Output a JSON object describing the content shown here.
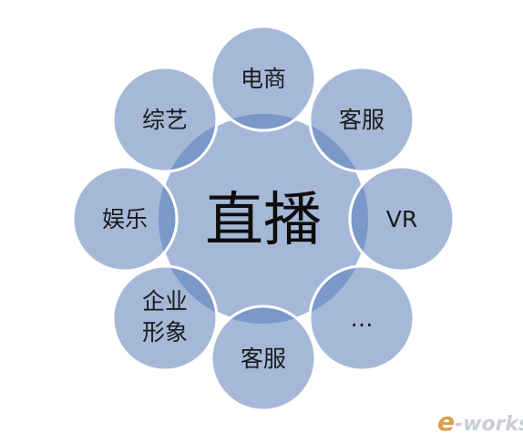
{
  "diagram": {
    "center": {
      "label": "直播"
    },
    "satellites": [
      {
        "id": "top",
        "lines": [
          "电商"
        ]
      },
      {
        "id": "top-right",
        "lines": [
          "客服"
        ]
      },
      {
        "id": "right",
        "lines": [
          "VR"
        ]
      },
      {
        "id": "bottom-right",
        "lines": [
          "…"
        ]
      },
      {
        "id": "bottom",
        "lines": [
          "客服"
        ]
      },
      {
        "id": "bottom-left",
        "lines": [
          "企业",
          "形象"
        ]
      },
      {
        "id": "left",
        "lines": [
          "娱乐"
        ]
      },
      {
        "id": "top-left",
        "lines": [
          "综艺"
        ]
      }
    ]
  },
  "watermark": {
    "e": "e",
    "rest": "-works"
  },
  "colors": {
    "circle_fill": "#a5b8d8",
    "overlap_fill": "#7a98c8",
    "stroke": "#ffffff",
    "watermark_e": "#d9a04a",
    "watermark_text": "#c9cdd6"
  }
}
